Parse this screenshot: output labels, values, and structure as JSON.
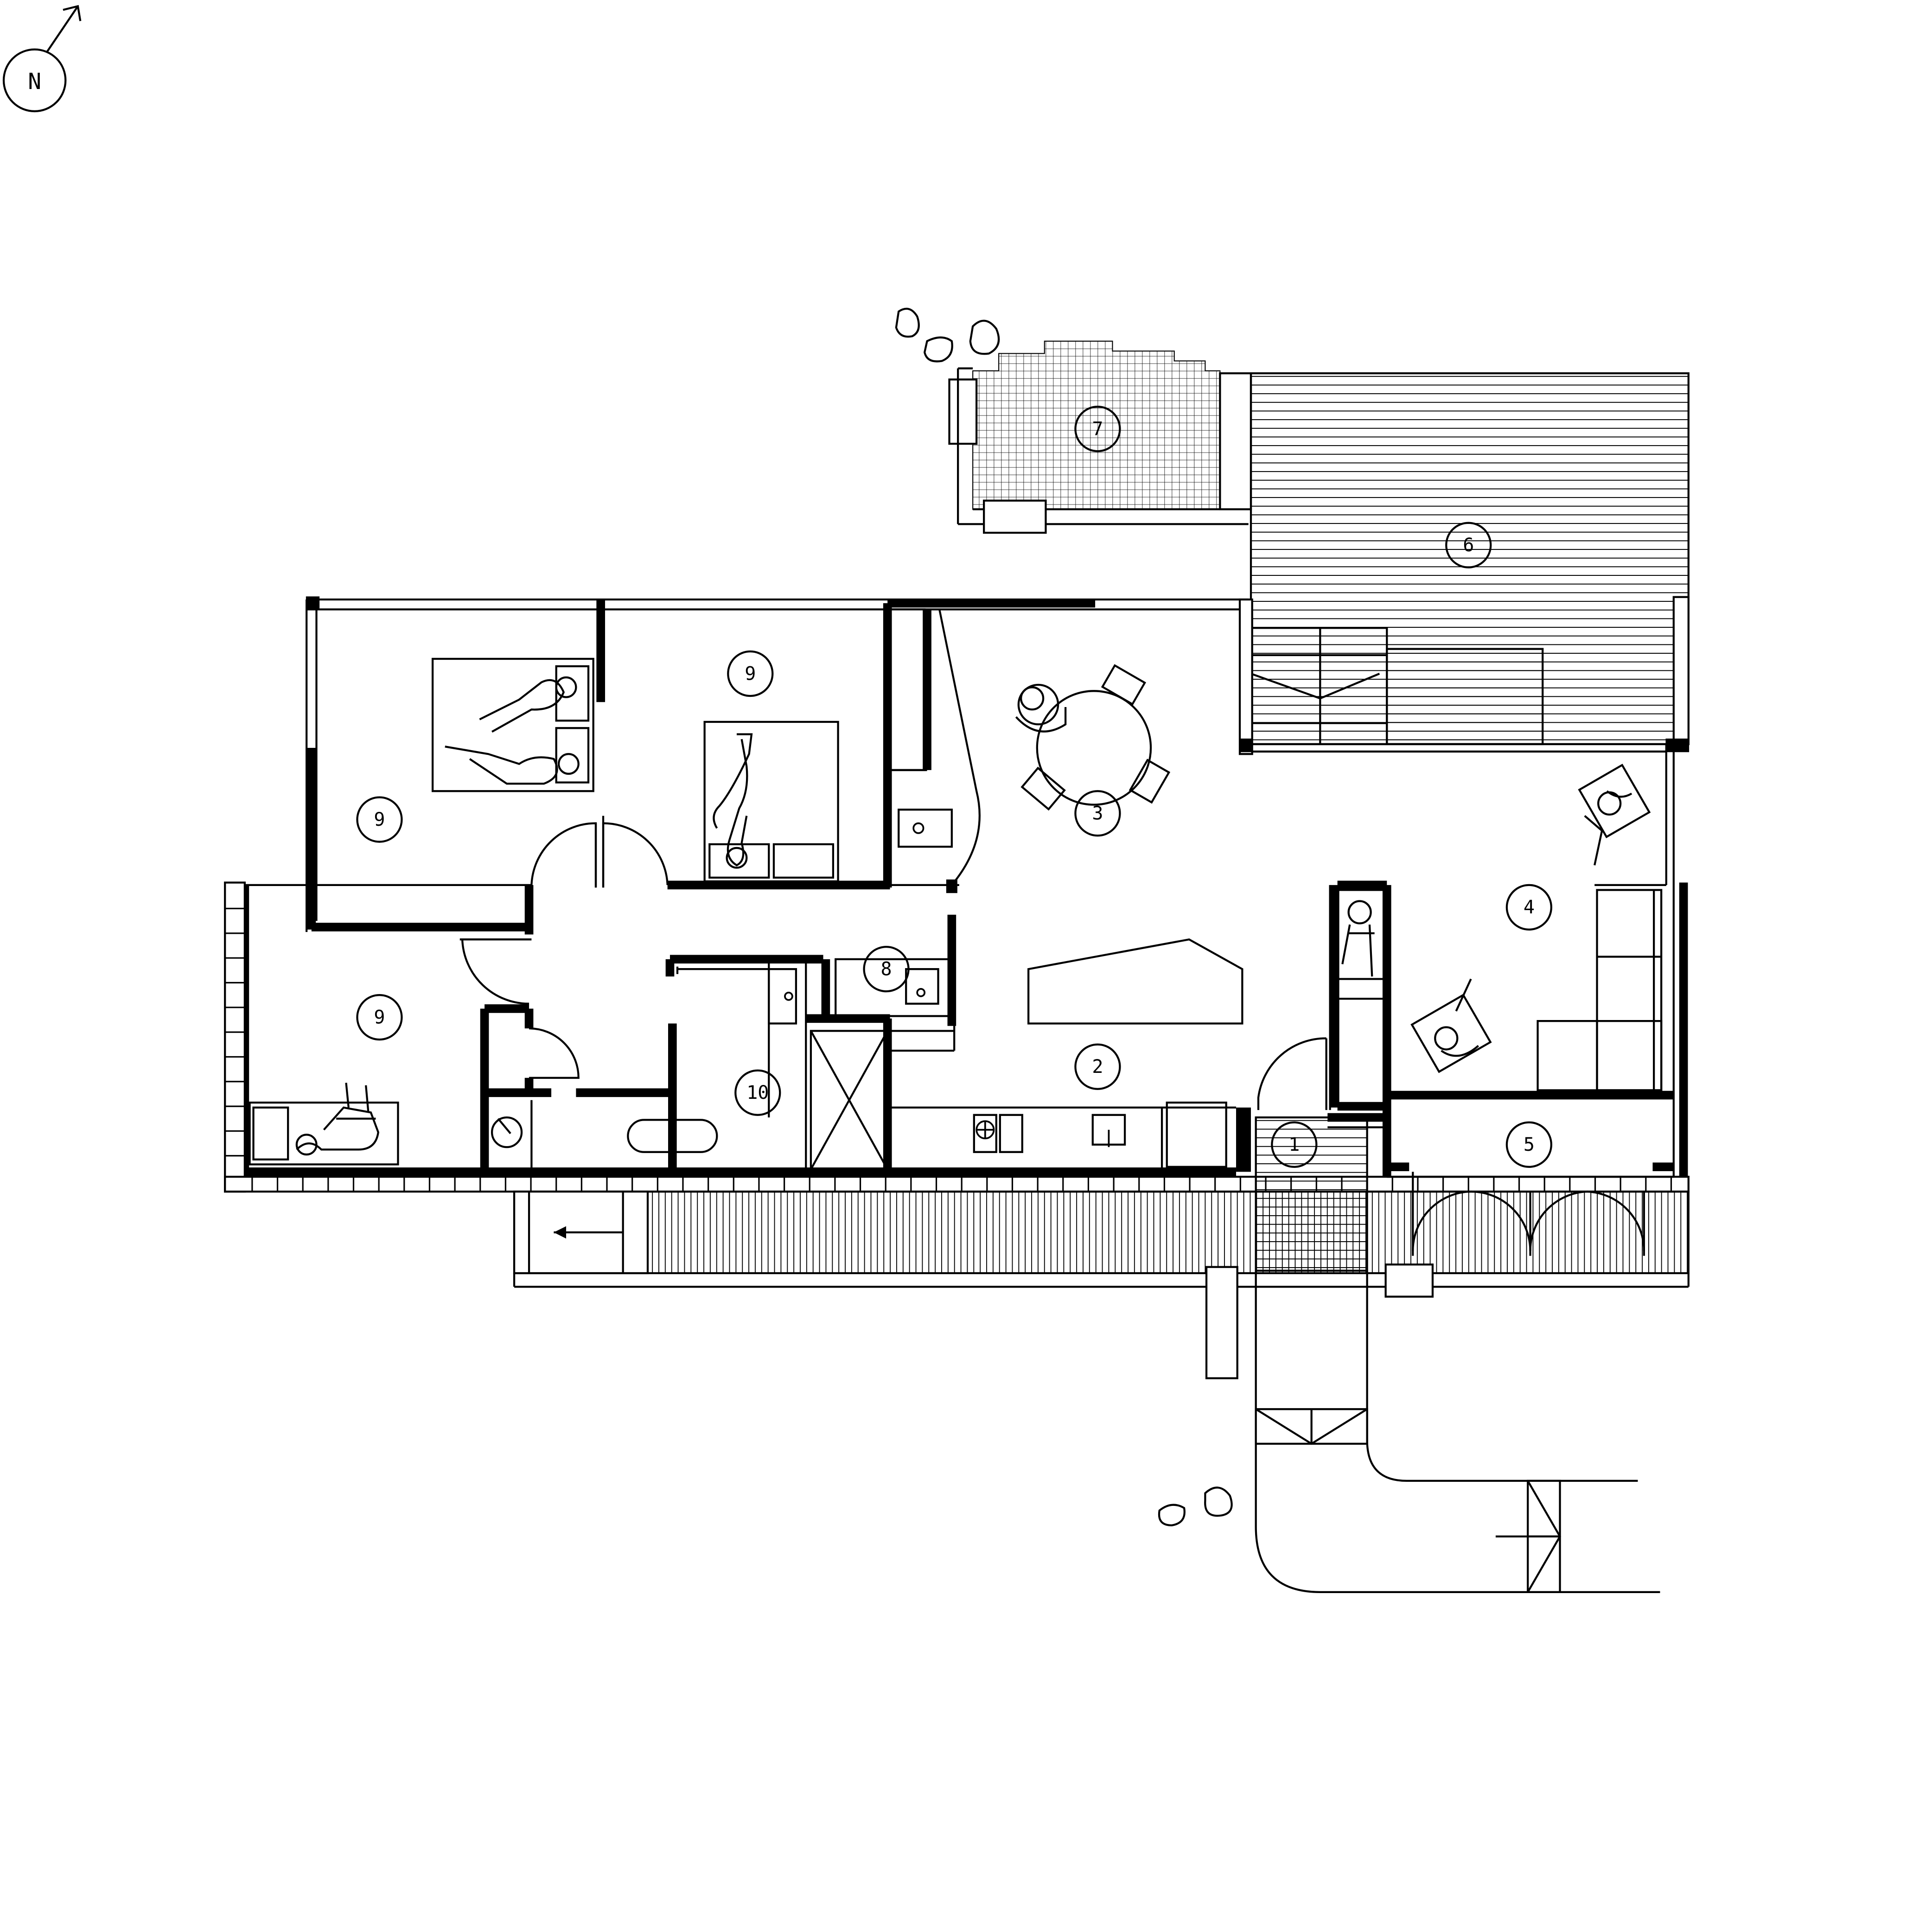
{
  "north_arrow": {
    "label": "N"
  },
  "room_labels": [
    "1",
    "2",
    "3",
    "4",
    "5",
    "6",
    "7",
    "8",
    "9",
    "9",
    "9",
    "10"
  ],
  "colors": {
    "ink": "#000000",
    "paper": "#ffffff"
  }
}
